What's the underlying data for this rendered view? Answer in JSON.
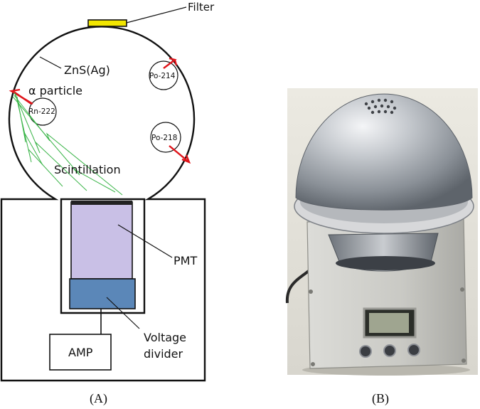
{
  "panel_a": {
    "filter_label": "Filter",
    "zns_label": "ZnS(Ag)",
    "alpha_label": "α particle",
    "rn_label": "Rn-222",
    "po214_label": "Po-214",
    "po218_label": "Po-218",
    "scint_label": "Scintillation",
    "pmt_label": "PMT",
    "vd_label_1": "Voltage",
    "vd_label_2": "divider",
    "amp_label": "AMP",
    "caption": "(A)"
  },
  "panel_b": {
    "caption": "(B)"
  },
  "colors": {
    "filter": "#f2e600",
    "alpha_track": "#e0151b",
    "scintillation": "#3cb54a",
    "pmt": "#c9c0e6",
    "divider": "#5b87b8"
  }
}
